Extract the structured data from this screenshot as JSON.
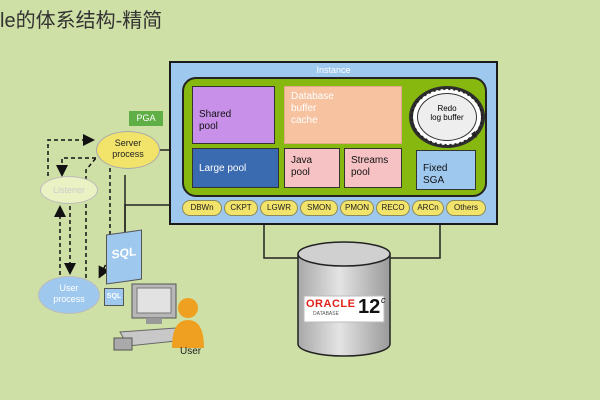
{
  "title": "le的体系结构-精简",
  "instance": {
    "label": "Instance"
  },
  "sga": {
    "shared_pool": [
      "Shared",
      "pool"
    ],
    "database_buffer_cache": [
      "Database",
      "buffer",
      "cache"
    ],
    "redo_log_buffer": [
      "Redo",
      "log buffer"
    ],
    "large_pool": "Large pool",
    "java_pool": [
      "Java",
      "pool"
    ],
    "streams_pool": [
      "Streams",
      "pool"
    ],
    "fixed_sga": [
      "Fixed",
      "SGA"
    ]
  },
  "processes": [
    "DBWn",
    "CKPT",
    "LGWR",
    "SMON",
    "PMON",
    "RECO",
    "ARCn",
    "Others"
  ],
  "client": {
    "pga": "PGA",
    "server_process": [
      "Server",
      "process"
    ],
    "listener": "Listener",
    "user_process": [
      "User",
      "process"
    ],
    "sql_large": "SQL",
    "sql_small": "SQL",
    "user_label": "User"
  },
  "database": {
    "brand": "ORACLE",
    "sub": "DATABASE",
    "version": "12",
    "version_sup": "c"
  },
  "colors": {
    "background": "#cfe0a6",
    "instance": "#9ec8ee",
    "sga": "#86b80f",
    "shared_pool": "#c890e8",
    "buffer_cache": "#f6c2a0",
    "large_pool": "#3a6ab0",
    "process": "#f2e36a",
    "oracle_red": "#e2231a"
  }
}
